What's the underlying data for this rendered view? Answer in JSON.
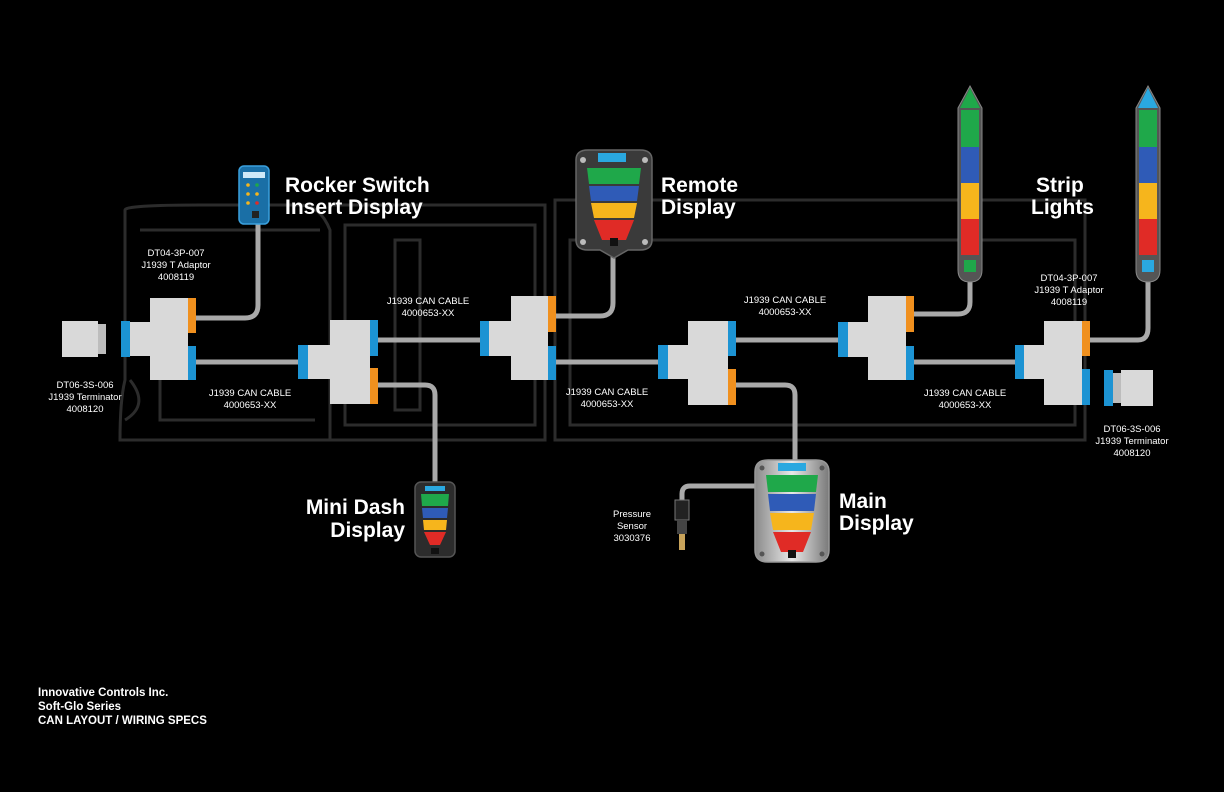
{
  "colors": {
    "background": "#000000",
    "cable": "#a9a9a9",
    "connector_body": "#d9d9d9",
    "connector_blue": "#1c93d3",
    "connector_orange": "#f0901e",
    "outline": "#2c2c2c",
    "green": "#1fa84a",
    "blue": "#2f5bb7",
    "yellow": "#f6b51c",
    "red": "#e02b26",
    "accent_cyan": "#2aa8e0"
  },
  "displays": {
    "rocker_switch": {
      "title_line1": "Rocker Switch",
      "title_line2": "Insert Display",
      "icon": "rocker-switch-display-icon"
    },
    "remote": {
      "title_line1": "Remote",
      "title_line2": "Display",
      "icon": "remote-display-icon"
    },
    "strip_lights": {
      "title_line1": "Strip",
      "title_line2": "Lights",
      "icon": "strip-light-icon"
    },
    "mini_dash": {
      "title_line1": "Mini Dash",
      "title_line2": "Display",
      "icon": "mini-dash-display-icon"
    },
    "main": {
      "title_line1": "Main",
      "title_line2": "Display",
      "icon": "main-display-icon"
    }
  },
  "parts": {
    "t_adaptor_left": {
      "line1": "DT04-3P-007",
      "line2": "J1939 T Adaptor",
      "line3": "4008119"
    },
    "t_adaptor_right": {
      "line1": "DT04-3P-007",
      "line2": "J1939 T Adaptor",
      "line3": "4008119"
    },
    "terminator_left": {
      "line1": "DT06-3S-006",
      "line2": "J1939 Terminator",
      "line3": "4008120"
    },
    "terminator_right": {
      "line1": "DT06-3S-006",
      "line2": "J1939 Terminator",
      "line3": "4008120"
    },
    "pressure_sensor": {
      "line1": "Pressure",
      "line2": "Sensor",
      "line3": "3030376"
    }
  },
  "cables": [
    {
      "line1": "J1939 CAN CABLE",
      "line2": "4000653-XX"
    },
    {
      "line1": "J1939 CAN CABLE",
      "line2": "4000653-XX"
    },
    {
      "line1": "J1939 CAN CABLE",
      "line2": "4000653-XX"
    },
    {
      "line1": "J1939 CAN CABLE",
      "line2": "4000653-XX"
    },
    {
      "line1": "J1939 CAN CABLE",
      "line2": "4000653-XX"
    }
  ],
  "footer": {
    "company": "Innovative Controls Inc.",
    "series": "Soft-Glo Series",
    "doc_title": "CAN LAYOUT / WIRING SPECS"
  }
}
